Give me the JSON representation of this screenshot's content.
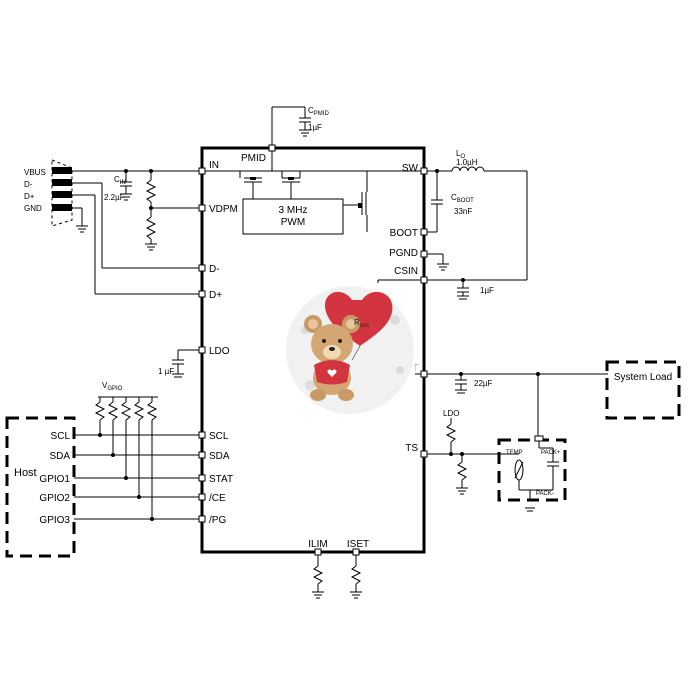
{
  "ic": {
    "pins_left": [
      "IN",
      "VDPM",
      "D-",
      "D+",
      "LDO",
      "SCL",
      "SDA",
      "STAT",
      "/CE",
      "/PG"
    ],
    "pins_right": [
      "SW",
      "BOOT",
      "PGND",
      "CSIN",
      "BAT",
      "TS"
    ],
    "pins_top": [
      "PMID"
    ],
    "pins_bottom": [
      "ILIM",
      "ISET"
    ],
    "pwm_block": [
      "3 MHz",
      "PWM"
    ]
  },
  "usb": {
    "pins": [
      "VBUS",
      "D-",
      "D+",
      "GND"
    ]
  },
  "components": {
    "cin": {
      "name": "C",
      "sub": "IN",
      "value": "2.2µF"
    },
    "cpmid": {
      "name": "C",
      "sub": "PMID",
      "value": "1µF"
    },
    "lo": {
      "name": "L",
      "sub": "O",
      "value": "1.0µH"
    },
    "cboot": {
      "name": "C",
      "sub": "BOOT",
      "value": "33nF"
    },
    "csin_cap": "1µF",
    "ldo_cap": "1 µF",
    "bat_cap": "22µF",
    "rsns": {
      "name": "R",
      "sub": "sns"
    },
    "vgpio": {
      "name": "V",
      "sub": "GPIO"
    },
    "ts_ldo": "LDO"
  },
  "host": {
    "title": "Host",
    "pins": [
      "SCL",
      "SDA",
      "GPIO1",
      "GPIO2",
      "GPIO3"
    ]
  },
  "system_load": "System Load",
  "pack": {
    "temp": "TEMP",
    "plus": "PACK+",
    "minus": "PACK-"
  }
}
